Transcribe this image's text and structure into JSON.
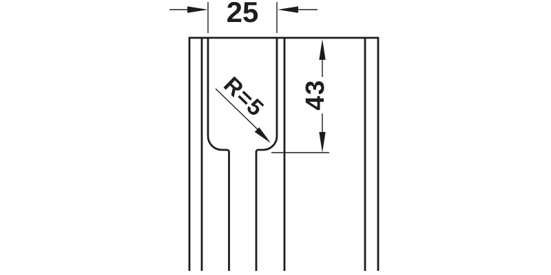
{
  "drawing": {
    "background_color": "#ffffff",
    "line_color": "#1d1d1b",
    "dimensions": {
      "slot_width": "25",
      "corner_radius": "R=5",
      "slot_depth": "43"
    }
  }
}
